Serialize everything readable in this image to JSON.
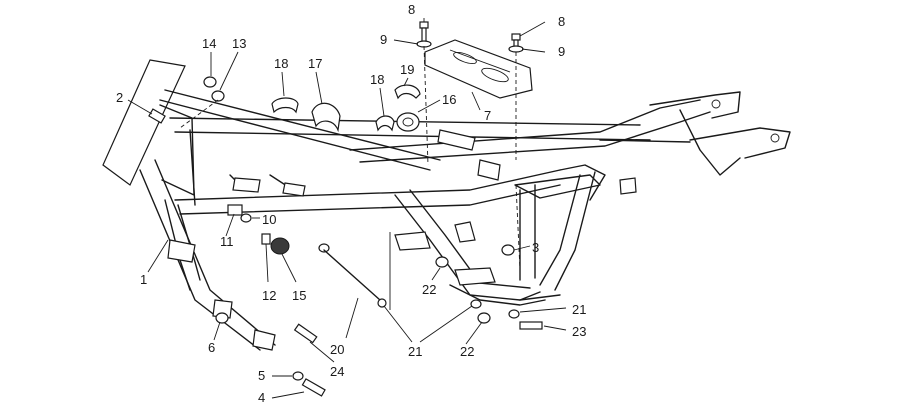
{
  "callouts": [
    {
      "id": "c1",
      "label": "1"
    },
    {
      "id": "c2",
      "label": "2"
    },
    {
      "id": "c3",
      "label": "3"
    },
    {
      "id": "c4",
      "label": "4"
    },
    {
      "id": "c5",
      "label": "5"
    },
    {
      "id": "c6",
      "label": "6"
    },
    {
      "id": "c7",
      "label": "7"
    },
    {
      "id": "c8a",
      "label": "8"
    },
    {
      "id": "c8b",
      "label": "8"
    },
    {
      "id": "c9a",
      "label": "9"
    },
    {
      "id": "c9b",
      "label": "9"
    },
    {
      "id": "c10",
      "label": "10"
    },
    {
      "id": "c11",
      "label": "11"
    },
    {
      "id": "c12",
      "label": "12"
    },
    {
      "id": "c13",
      "label": "13"
    },
    {
      "id": "c14",
      "label": "14"
    },
    {
      "id": "c15",
      "label": "15"
    },
    {
      "id": "c16",
      "label": "16"
    },
    {
      "id": "c17",
      "label": "17"
    },
    {
      "id": "c18a",
      "label": "18"
    },
    {
      "id": "c18b",
      "label": "18"
    },
    {
      "id": "c19",
      "label": "19"
    },
    {
      "id": "c20",
      "label": "20"
    },
    {
      "id": "c21a",
      "label": "21"
    },
    {
      "id": "c21b",
      "label": "21"
    },
    {
      "id": "c22a",
      "label": "22"
    },
    {
      "id": "c22b",
      "label": "22"
    },
    {
      "id": "c23",
      "label": "23"
    },
    {
      "id": "c24",
      "label": "24"
    }
  ]
}
